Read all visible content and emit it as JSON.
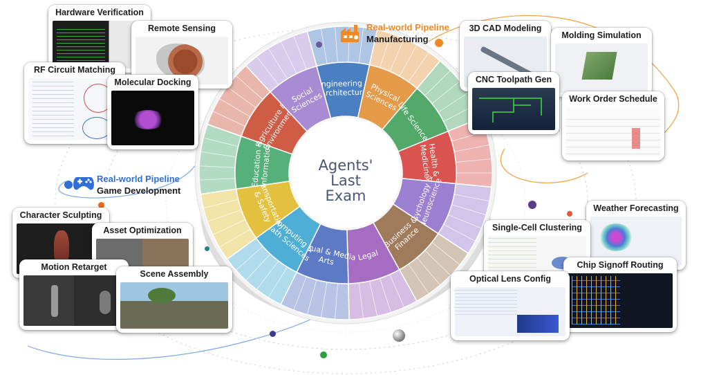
{
  "center": {
    "line1": "Agents'",
    "line2": "Last",
    "line3": "Exam"
  },
  "wheel": {
    "sectors": [
      {
        "label": [
          "Engineering &",
          "Architecture"
        ],
        "color": "#4a7fc1"
      },
      {
        "label": [
          "Physical",
          "Sciences"
        ],
        "color": "#e59a4a"
      },
      {
        "label": [
          "Life Sciences"
        ],
        "color": "#52a96a"
      },
      {
        "label": [
          "Health &",
          "Medicine"
        ],
        "color": "#d9534f"
      },
      {
        "label": [
          "Psychology &",
          "Neuroscience"
        ],
        "color": "#9b7fd0"
      },
      {
        "label": [
          "Business &",
          "Finance"
        ],
        "color": "#a07b5b"
      },
      {
        "label": [
          "Legal"
        ],
        "color": "#a56cc1"
      },
      {
        "label": [
          "Visual & Media",
          "Arts"
        ],
        "color": "#5e7ac4"
      },
      {
        "label": [
          "Computing &",
          "Math Sciences"
        ],
        "color": "#4eaed5"
      },
      {
        "label": [
          "Transportation",
          "& Safety"
        ],
        "color": "#e3c13f"
      },
      {
        "label": [
          "Education &",
          "Information"
        ],
        "color": "#56b07a"
      },
      {
        "label": [
          "Agriculture &",
          "Environment"
        ],
        "color": "#cf5c45"
      },
      {
        "label": [
          "Social",
          "Sciences"
        ],
        "color": "#a88bd2"
      }
    ]
  },
  "pipelines": {
    "manufacturing": {
      "line1": "Real-world Pipeline",
      "line2": "Manufacturing",
      "color": "#f08a24"
    },
    "game": {
      "line1": "Real-world Pipeline",
      "line2": "Game Development",
      "color": "#2f6fd6"
    }
  },
  "cards": {
    "hardware": "Hardware Verification",
    "remote": "Remote Sensing",
    "rf": "RF Circuit Matching",
    "molecular": "Molecular Docking",
    "cad": "3D CAD Modeling",
    "molding": "Molding Simulation",
    "cnc": "CNC Toolpath Gen",
    "workorder": "Work Order Schedule",
    "character": "Character Sculpting",
    "asset": "Asset Optimization",
    "motion": "Motion Retarget",
    "scene": "Scene Assembly",
    "weather": "Weather Forecasting",
    "singlecell": "Single-Cell Clustering",
    "chip": "Chip Signoff Routing",
    "optical": "Optical Lens Config"
  }
}
